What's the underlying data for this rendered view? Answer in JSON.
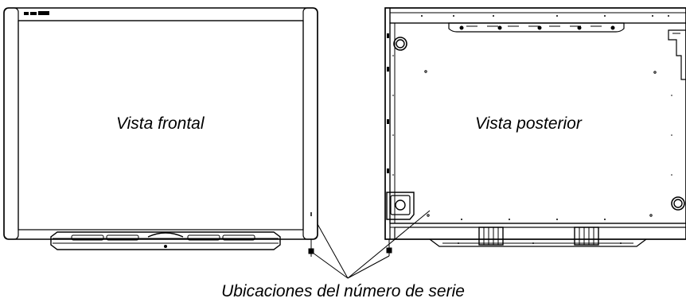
{
  "front_view": {
    "label": "Vista frontal"
  },
  "rear_view": {
    "label": "Vista posterior"
  },
  "caption": "Ubicaciones del número de serie"
}
